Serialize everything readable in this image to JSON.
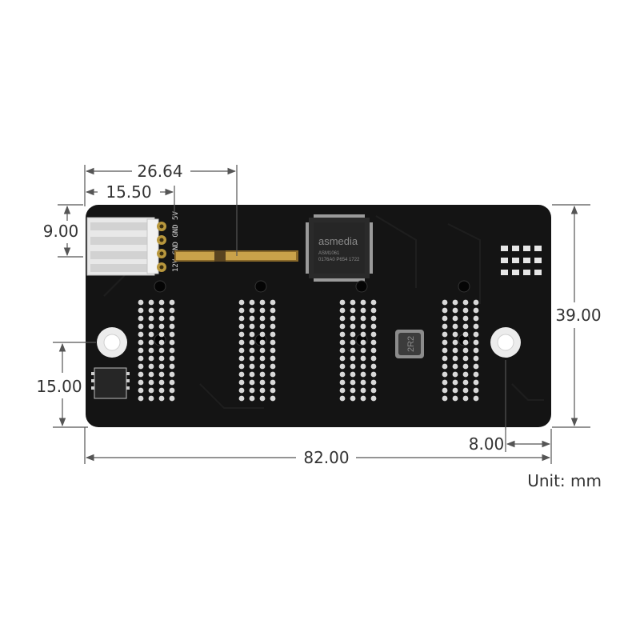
{
  "dimensions": {
    "width_top_long": "26.64",
    "width_top_short": "15.50",
    "left_top": "9.00",
    "left_bottom": "15.00",
    "height_right": "39.00",
    "bottom_right": "8.00",
    "overall_width": "82.00"
  },
  "unit_label": "Unit: mm",
  "board": {
    "header_silkscreen": "12V GND GND 5V",
    "chip_brand": "asmedia",
    "chip_line2": "ASM1061",
    "chip_line3": "0176A0 P654 1722",
    "inductor_marking": "2R2"
  },
  "colors": {
    "pcb": "#141414",
    "dimension_line": "#555555",
    "text": "#333333"
  }
}
